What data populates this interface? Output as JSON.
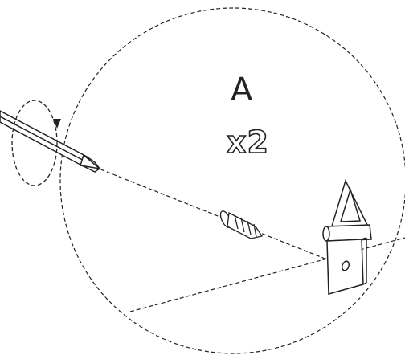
{
  "diagram": {
    "part_label": "A",
    "quantity_label": "x2",
    "colors": {
      "stroke": "#222222",
      "background": "#ffffff",
      "metal_fill": "#ffffff"
    },
    "elements": [
      "screwdriver",
      "rotation-arrow",
      "screw",
      "triangle-hanger",
      "detail-circle",
      "dashed-guide-lines"
    ]
  }
}
